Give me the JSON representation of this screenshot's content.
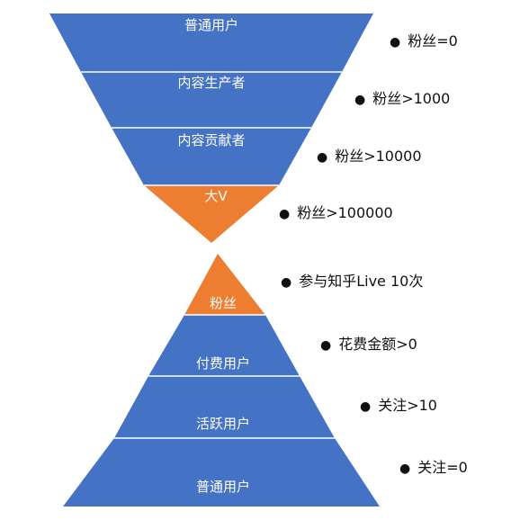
{
  "colors": {
    "blue": "#4472C4",
    "orange": "#ED7D31",
    "divider": "#ffffff",
    "text": "#111111"
  },
  "top_funnel": {
    "layers": [
      {
        "label": "普通用户",
        "color": "blue",
        "note": "粉丝=0"
      },
      {
        "label": "内容生产者",
        "color": "blue",
        "note": "粉丝>1000"
      },
      {
        "label": "内容贡献者",
        "color": "blue",
        "note": "粉丝>10000"
      },
      {
        "label": "大V",
        "color": "orange",
        "note": "粉丝>100000"
      }
    ]
  },
  "bottom_pyramid": {
    "layers": [
      {
        "label": "粉丝",
        "color": "orange",
        "note": "参与知乎Live 10次"
      },
      {
        "label": "付费用户",
        "color": "blue",
        "note": "花费金额>0"
      },
      {
        "label": "活跃用户",
        "color": "blue",
        "note": "关注>10"
      },
      {
        "label": "普通用户",
        "color": "blue",
        "note": "关注=0"
      }
    ]
  }
}
